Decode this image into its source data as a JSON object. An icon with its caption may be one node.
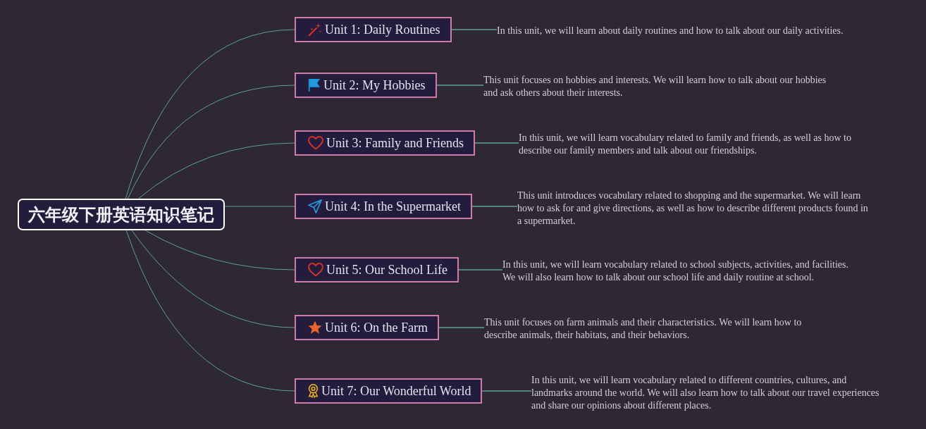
{
  "diagram": {
    "nodes": [
      {
        "text": [
          "六年级下册英语知识笔记"
        ]
      },
      {
        "text": [
          "Unit 1: Daily Routines"
        ]
      },
      {
        "text": [
          "Unit 2: My Hobbies"
        ]
      },
      {
        "text": [
          "Unit 3: Family and Friends"
        ]
      },
      {
        "text": [
          "Unit 4: In the Supermarket"
        ]
      },
      {
        "text": [
          "Unit 5: Our School Life"
        ]
      },
      {
        "text": [
          "Unit 6: On the Farm"
        ]
      },
      {
        "text": [
          "Unit 7: Our Wonderful World"
        ]
      },
      {
        "text": [
          "In this unit, we will learn about daily routines and how to talk about our daily activities."
        ]
      },
      {
        "text": [
          "This unit focuses on hobbies and interests. We will learn how to talk about our hobbies and ask others about their interests."
        ]
      },
      {
        "text": [
          "In this unit, we will learn vocabulary related to family and friends, as well as how to describe our family members and talk about our friendships."
        ]
      },
      {
        "text": [
          "This unit introduces vocabulary related to shopping and the supermarket. We will learn how to ask for and give directions, as well as how to describe different products found in a supermarket."
        ]
      },
      {
        "text": [
          "In this unit, we will learn vocabulary related to school subjects, activities, and facilities. We will also learn how to talk about our school life and daily routine at school."
        ]
      },
      {
        "text": [
          "This unit focuses on farm animals and their characteristics. We will learn how to describe animals, their habitats, and their behaviors."
        ]
      },
      {
        "text": [
          "In this unit, we will learn vocabulary related to different countries, cultures, and landmarks around the world. We will also learn how to talk about our travel experiences and share our opinions about different places."
        ]
      }
    ],
    "edges": [
      {
        "from": 0,
        "to": 1,
        "arrow": "none"
      },
      {
        "from": 0,
        "to": 2,
        "arrow": "none"
      },
      {
        "from": 0,
        "to": 3,
        "arrow": "none"
      },
      {
        "from": 0,
        "to": 4,
        "arrow": "none"
      },
      {
        "from": 0,
        "to": 5,
        "arrow": "none"
      },
      {
        "from": 0,
        "to": 6,
        "arrow": "none"
      },
      {
        "from": 0,
        "to": 7,
        "arrow": "none"
      },
      {
        "from": 1,
        "to": 8,
        "arrow": "none"
      },
      {
        "from": 2,
        "to": 9,
        "arrow": "none"
      },
      {
        "from": 3,
        "to": 10,
        "arrow": "none"
      },
      {
        "from": 4,
        "to": 11,
        "arrow": "none"
      },
      {
        "from": 5,
        "to": 12,
        "arrow": "none"
      },
      {
        "from": 6,
        "to": 13,
        "arrow": "none"
      },
      {
        "from": 7,
        "to": 14,
        "arrow": "none"
      }
    ]
  }
}
